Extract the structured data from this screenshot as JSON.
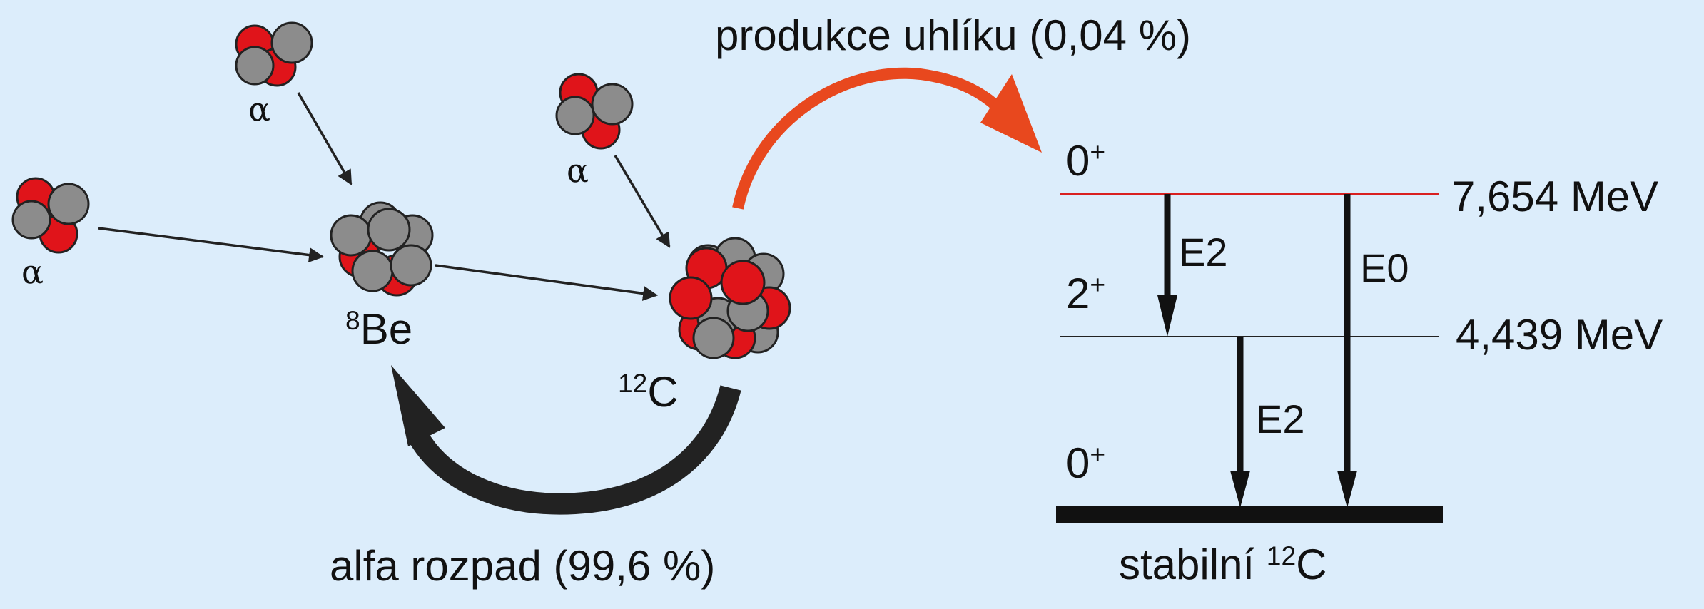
{
  "reaction": {
    "alpha_symbol": "α",
    "be8": {
      "mass": "8",
      "element": "Be"
    },
    "c12": {
      "mass": "12",
      "element": "C"
    },
    "carbon_production": "produkce uhlíku (0,04 %)",
    "alpha_decay": "alfa rozpad (99,6 %)"
  },
  "levels": {
    "upper": {
      "spin": "0",
      "parity": "+",
      "energy": "7,654 MeV"
    },
    "middle": {
      "spin": "2",
      "parity": "+",
      "energy": "4,439 MeV"
    },
    "ground": {
      "spin": "0",
      "parity": "+"
    },
    "ground_label": {
      "prefix": "stabilní ",
      "mass": "12",
      "element": "C"
    }
  },
  "transitions": [
    {
      "label": "E2"
    },
    {
      "label": "E0"
    },
    {
      "label": "E2"
    }
  ],
  "colors": {
    "background": "#dcedfb",
    "proton": "#e0141a",
    "neutron": "#8c8c8c",
    "arrow_orange": "#e8481e",
    "arrow_dark": "#222222",
    "level_red": "#d92020"
  }
}
